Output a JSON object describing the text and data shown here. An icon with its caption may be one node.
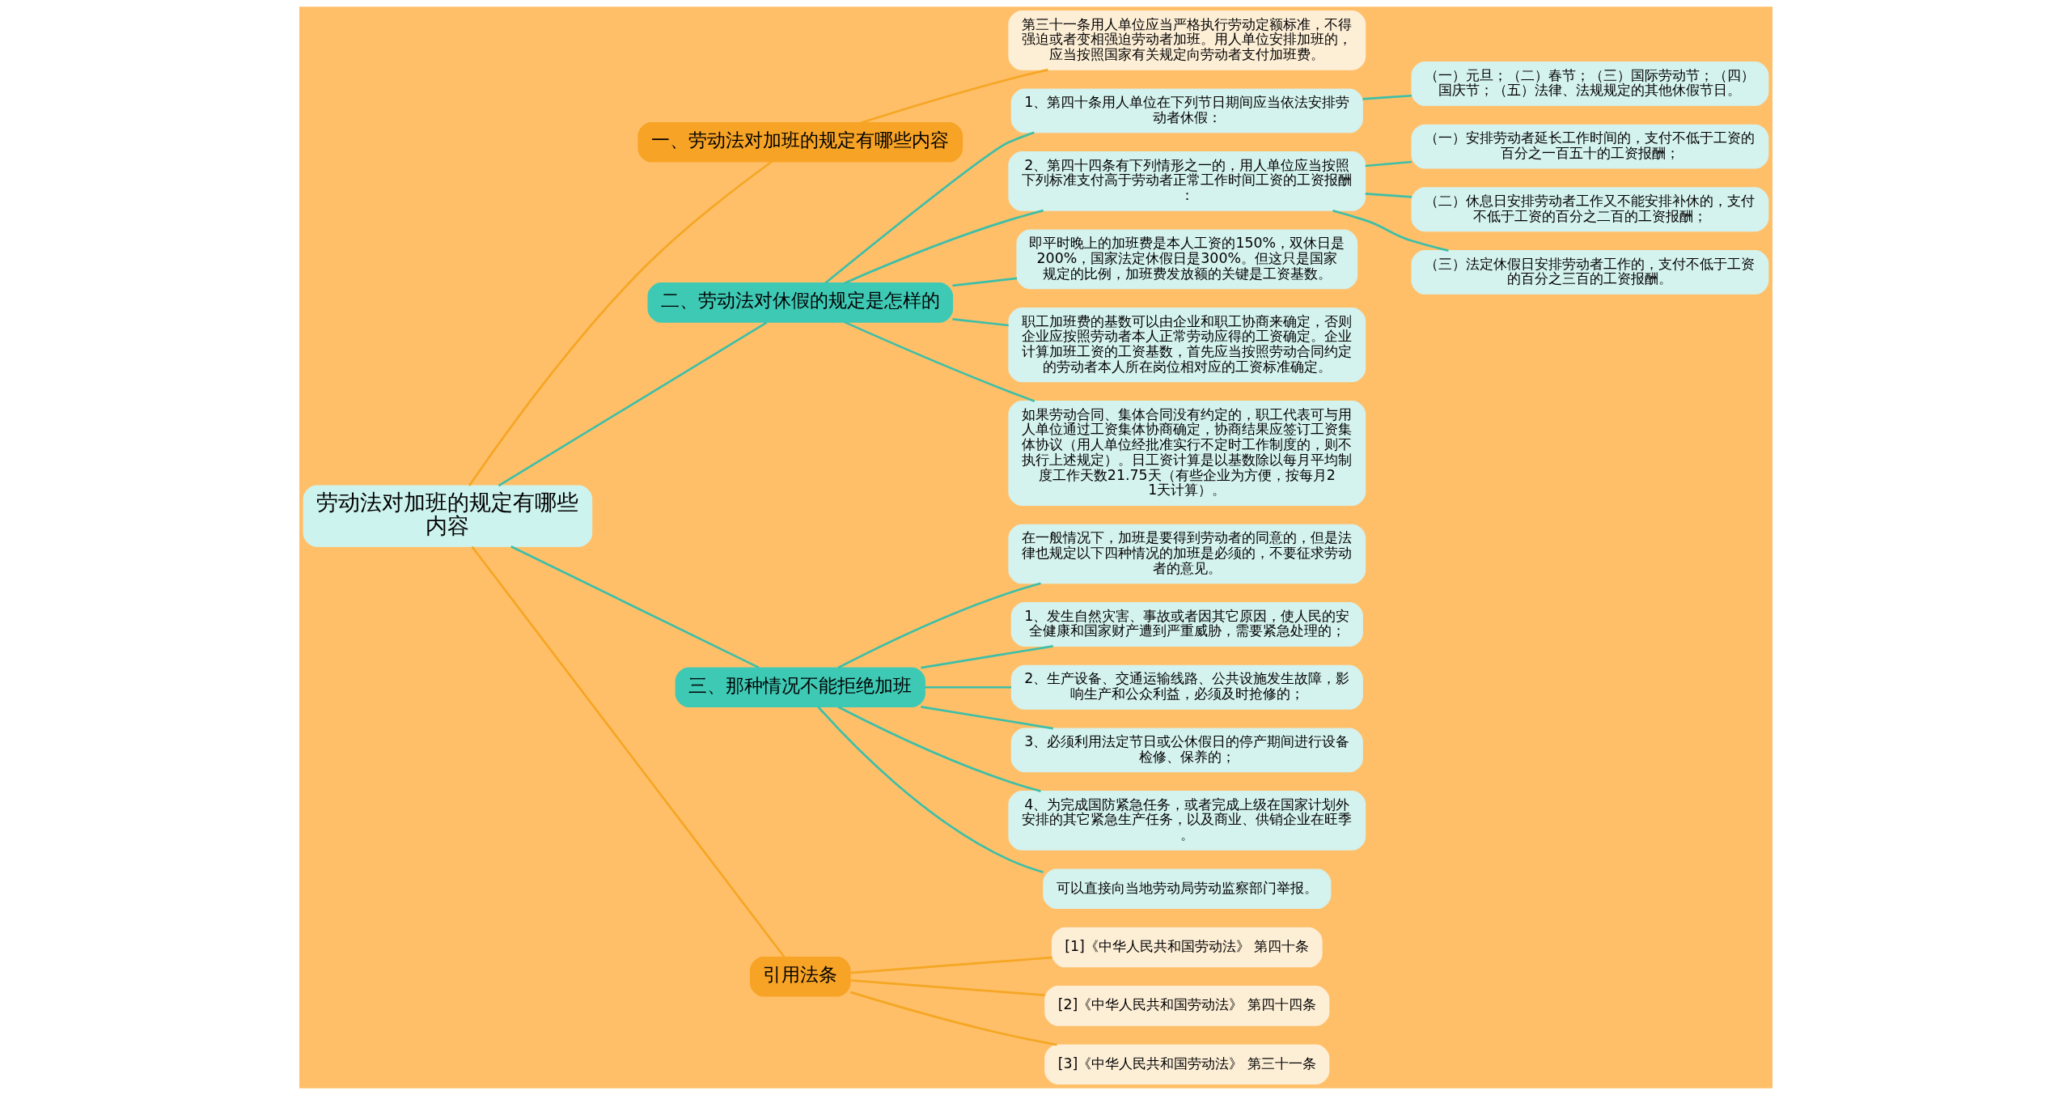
{
  "diagram": {
    "nodes": [
      {
        "text": [
          "劳动法对加班的规定有哪些内容"
        ]
      },
      {
        "text": [
          "一、劳动法对加班的规定有哪些内容"
        ]
      },
      {
        "text": [
          "第三十一条用人单位应当严格执行劳动定额标准，不得强迫或者变相强迫劳动者加班。用人单位安排加班的，应当按照国家有关规定向劳动者支付加班费。"
        ]
      },
      {
        "text": [
          "二、劳动法对休假的规定是怎样的"
        ]
      },
      {
        "text": [
          "1、第四十条用人单位在下列节日期间应当依法安排劳动者休假："
        ]
      },
      {
        "text": [
          "（一）元旦；（二）春节；（三）国际劳动节；（四）国庆节；（五）法律、法规规定的其他休假节日。"
        ]
      },
      {
        "text": [
          "2、第四十四条有下列情形之一的，用人单位应当按照下列标准支付高于劳动者正常工作时间工资的工资报酬："
        ]
      },
      {
        "text": [
          "（一）安排劳动者延长工作时间的，支付不低于工资的百分之一百五十的工资报酬；"
        ]
      },
      {
        "text": [
          "（二）休息日安排劳动者工作又不能安排补休的，支付不低于工资的百分之二百的工资报酬；"
        ]
      },
      {
        "text": [
          "（三）法定休假日安排劳动者工作的，支付不低于工资的百分之三百的工资报酬。"
        ]
      },
      {
        "text": [
          "即平时晚上的加班费是本人工资的150%，双休日是200%，国家法定休假日是300%。但这只是国家规定的比例，加班费发放额的关键是工资基数。"
        ]
      },
      {
        "text": [
          "职工加班费的基数可以由企业和职工协商来确定，否则企业应按照劳动者本人正常劳动应得的工资确定。企业计算加班工资的工资基数，首先应当按照劳动合同约定的劳动者本人所在岗位相对应的工资标准确定。"
        ]
      },
      {
        "text": [
          "如果劳动合同、集体合同没有约定的，职工代表可与用人单位通过工资集体协商确定，协商结果应签订工资集体协议（用人单位经批准实行不定时工作制度的，则不执行上述规定）。日工资计算是以基数除以每月平均制度工作天数21.75天（有些企业为方便，按每月21天计算）。"
        ]
      },
      {
        "text": [
          "三、那种情况不能拒绝加班"
        ]
      },
      {
        "text": [
          "在一般情况下，加班是要得到劳动者的同意的，但是法律也规定以下四种情况的加班是必须的，不要征求劳动者的意见。"
        ]
      },
      {
        "text": [
          "1、发生自然灾害、事故或者因其它原因，使人民的安全健康和国家财产遭到严重威胁，需要紧急处理的；"
        ]
      },
      {
        "text": [
          "2、生产设备、交通运输线路、公共设施发生故障，影响生产和公众利益，必须及时抢修的；"
        ]
      },
      {
        "text": [
          "3、必须利用法定节日或公休假日的停产期间进行设备检修、保养的；"
        ]
      },
      {
        "text": [
          "4、为完成国防紧急任务，或者完成上级在国家计划外安排的其它紧急生产任务，以及商业、供销企业在旺季。"
        ]
      },
      {
        "text": [
          "可以直接向当地劳动局劳动监察部门举报。"
        ]
      },
      {
        "text": [
          "引用法条"
        ]
      },
      {
        "text": [
          "[1]《中华人民共和国劳动法》 第四十条"
        ]
      },
      {
        "text": [
          "[2]《中华人民共和国劳动法》 第四十四条"
        ]
      },
      {
        "text": [
          "[3]《中华人民共和国劳动法》 第三十一条"
        ]
      }
    ],
    "edges": [
      {
        "from": 0,
        "to": 1,
        "arrow": "none",
        "color": "#f5a623"
      },
      {
        "from": 1,
        "to": 2,
        "arrow": "none",
        "color": "#f5a623"
      },
      {
        "from": 0,
        "to": 3,
        "arrow": "none"
      },
      {
        "from": 3,
        "to": 4,
        "arrow": "none"
      },
      {
        "from": 4,
        "to": 5,
        "arrow": "none"
      },
      {
        "from": 3,
        "to": 6,
        "arrow": "none"
      },
      {
        "from": 6,
        "to": 7,
        "arrow": "none"
      },
      {
        "from": 6,
        "to": 8,
        "arrow": "none"
      },
      {
        "from": 6,
        "to": 9,
        "arrow": "none"
      },
      {
        "from": 3,
        "to": 10,
        "arrow": "none"
      },
      {
        "from": 3,
        "to": 11,
        "arrow": "none"
      },
      {
        "from": 3,
        "to": 12,
        "arrow": "none"
      },
      {
        "from": 0,
        "to": 13,
        "arrow": "none"
      },
      {
        "from": 13,
        "to": 14,
        "arrow": "none"
      },
      {
        "from": 13,
        "to": 15,
        "arrow": "none"
      },
      {
        "from": 13,
        "to": 16,
        "arrow": "none"
      },
      {
        "from": 13,
        "to": 17,
        "arrow": "none"
      },
      {
        "from": 13,
        "to": 18,
        "arrow": "none"
      },
      {
        "from": 13,
        "to": 19,
        "arrow": "none"
      },
      {
        "from": 0,
        "to": 20,
        "arrow": "none",
        "color": "#f5a623"
      },
      {
        "from": 20,
        "to": 21,
        "arrow": "none",
        "color": "#f5a623"
      },
      {
        "from": 20,
        "to": 22,
        "arrow": "none",
        "color": "#f5a623"
      },
      {
        "from": 20,
        "to": 23,
        "arrow": "none",
        "color": "#f5a623"
      }
    ]
  }
}
